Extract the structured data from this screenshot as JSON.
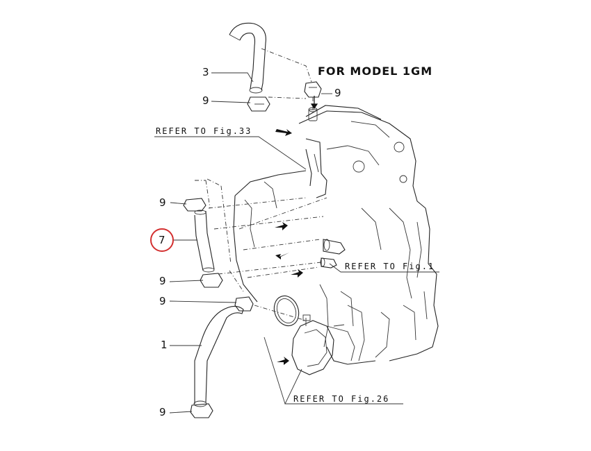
{
  "diagram": {
    "model_note": "FOR MODEL 1GM",
    "refs": {
      "fig33": "REFER TO Fig.33",
      "fig1": "REFER TO Fig.1",
      "fig26": "REFER TO Fig.26"
    },
    "parts": {
      "hose_top": "3",
      "clamp_a": "9",
      "clamp_b": "9",
      "clamp_c": "9",
      "hose_mid": "7",
      "clamp_d": "9",
      "clamp_e": "9",
      "hose_bottom": "1",
      "clamp_f": "9"
    },
    "highlight_color": "#d32f2f"
  }
}
